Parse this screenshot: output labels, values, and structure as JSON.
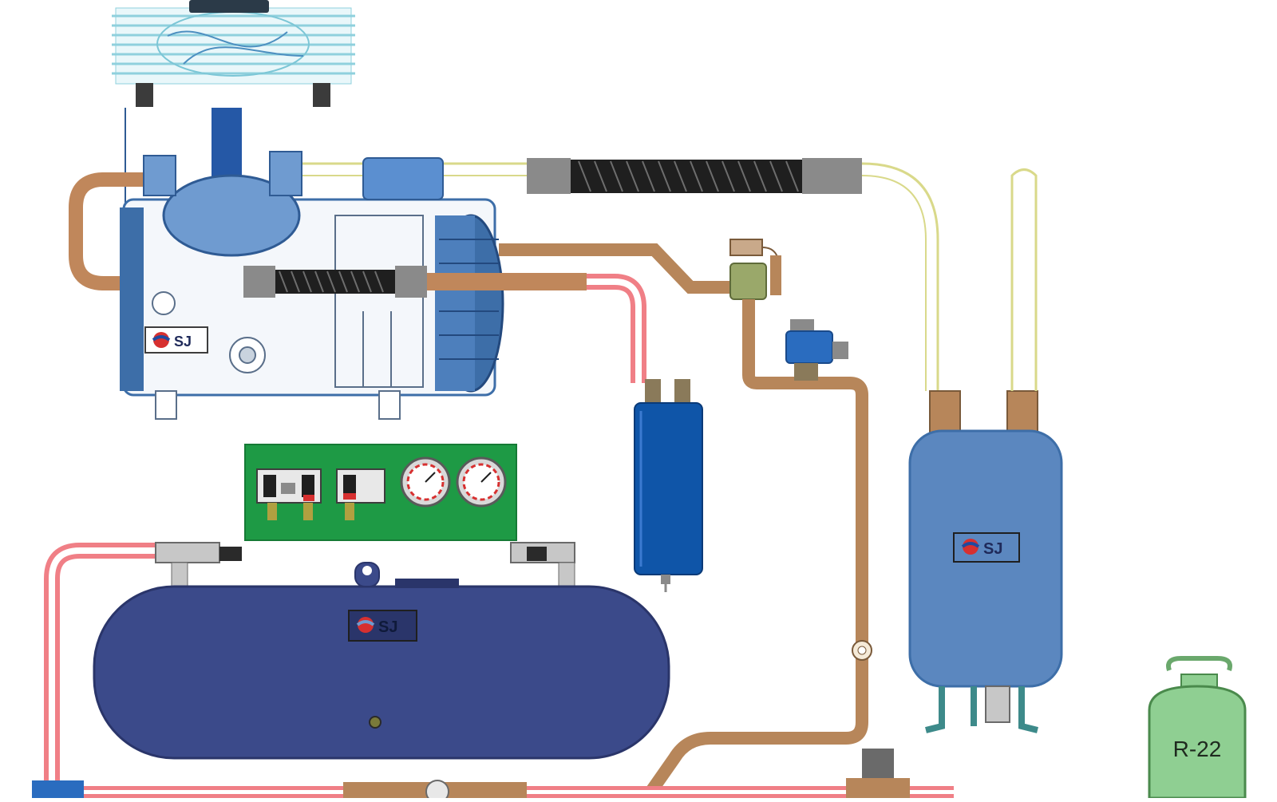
{
  "brand": {
    "logo_text": "SJ"
  },
  "refrigerant": {
    "label": "R-22"
  },
  "colors": {
    "background": "#ffffff",
    "copper": "#b7865a",
    "hot_gas": "#f07f86",
    "hot_gas_core": "#ffffff",
    "compressor_body": "#3d6ea8",
    "compressor_light": "#6f9bd0",
    "receiver_body": "#3b4a8a",
    "accumulator_body": "#5b87bf",
    "filter_drier": "#0f55a8",
    "control_board": "#1e9a45",
    "condenser_fins": "#bfe6ee",
    "cylinder": "#8fcf92"
  },
  "components": [
    {
      "name": "condenser",
      "icon": "condenser-icon"
    },
    {
      "name": "compressor",
      "icon": "compressor-icon"
    },
    {
      "name": "vibration-eliminator",
      "icon": "flex-hose-icon"
    },
    {
      "name": "expansion-valve",
      "icon": "valve-icon"
    },
    {
      "name": "solenoid-valve",
      "icon": "solenoid-icon"
    },
    {
      "name": "filter-drier",
      "icon": "drier-icon"
    },
    {
      "name": "receiver",
      "icon": "tank-icon"
    },
    {
      "name": "accumulator",
      "icon": "tank-icon"
    },
    {
      "name": "control-panel",
      "icon": "panel-icon"
    },
    {
      "name": "sight-glass",
      "icon": "sight-glass-icon"
    },
    {
      "name": "refrigerant-cylinder",
      "icon": "cylinder-icon"
    }
  ]
}
